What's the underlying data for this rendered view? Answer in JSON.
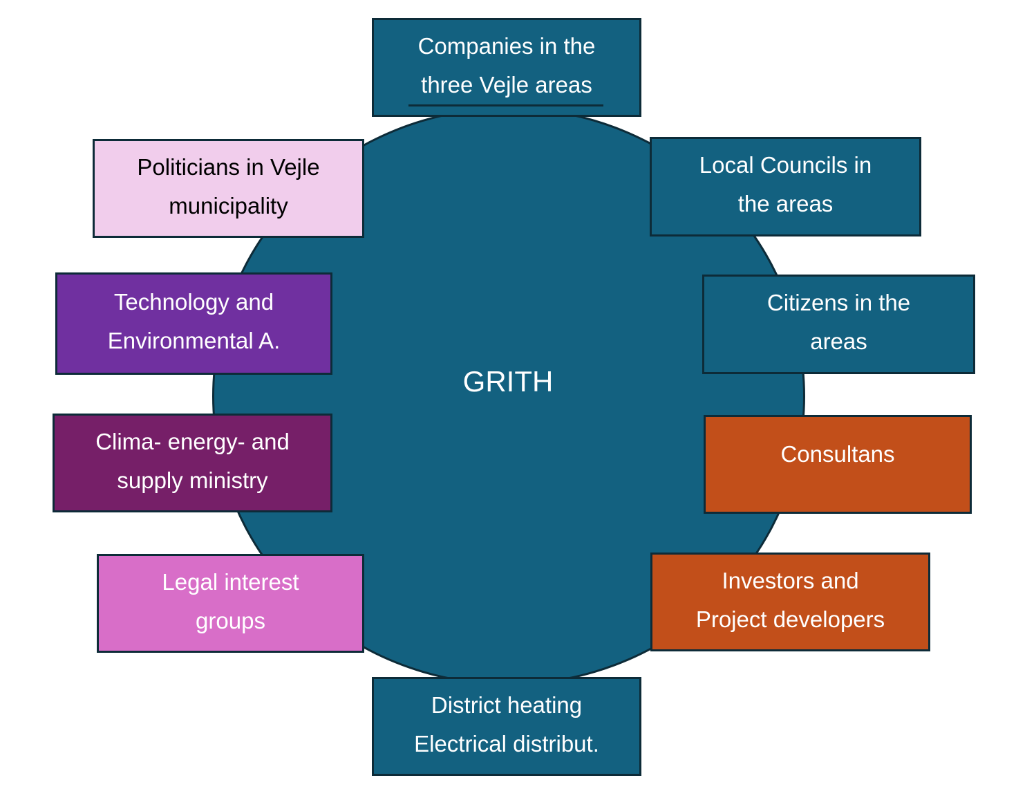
{
  "center": {
    "label": "GRITH"
  },
  "stakeholders": [
    {
      "lines": [
        "Companies in the",
        "three Vejle areas"
      ],
      "color": "#136180"
    },
    {
      "lines": [
        "Local Councils in",
        "the areas"
      ],
      "color": "#136180"
    },
    {
      "lines": [
        "Citizens in the",
        "areas"
      ],
      "color": "#136180"
    },
    {
      "lines": [
        "Consultans"
      ],
      "color": "#c24f1a"
    },
    {
      "lines": [
        "Investors and",
        "Project developers"
      ],
      "color": "#c24f1a"
    },
    {
      "lines": [
        "District heating",
        "Electrical distribut."
      ],
      "color": "#136180"
    },
    {
      "lines": [
        "Legal interest",
        "groups"
      ],
      "color": "#d86ec8"
    },
    {
      "lines": [
        "Clima- energy- and",
        "supply ministry"
      ],
      "color": "#761f68"
    },
    {
      "lines": [
        "Technology and",
        "Environmental A."
      ],
      "color": "#7030a0"
    },
    {
      "lines": [
        "Politicians in Vejle",
        "municipality"
      ],
      "color": "#f1cdec"
    }
  ]
}
